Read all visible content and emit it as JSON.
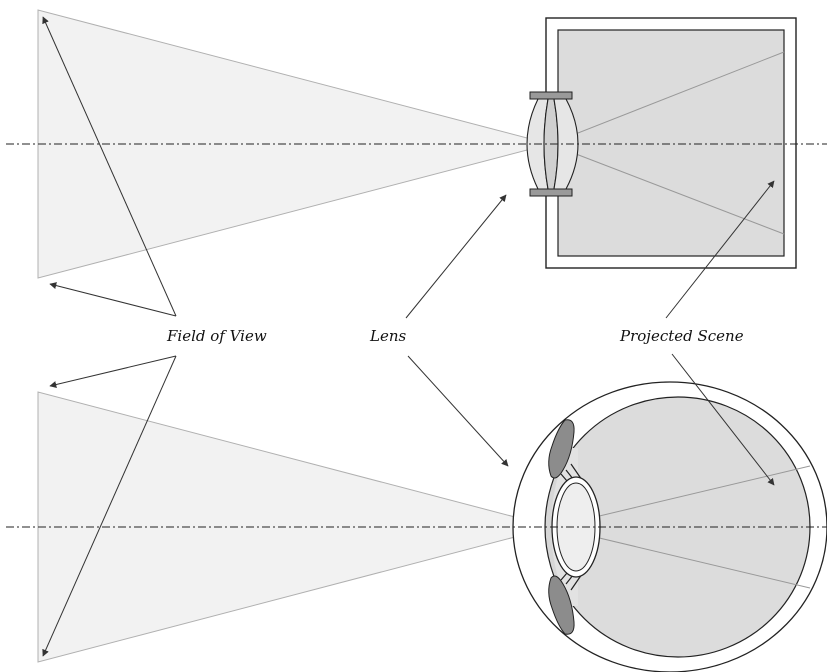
{
  "labels": {
    "field_of_view": "Field of View",
    "lens": "Lens",
    "projected_scene": "Projected Scene"
  },
  "colors": {
    "cone_fill": "#f2f2f2",
    "scene_fill": "#dcdcdc",
    "lens_fill": "#e6e6e6",
    "iris_fill": "#8c8c8c",
    "line": "#222222",
    "ray": "#9a9a9a"
  },
  "icons": [
    "arrowhead-icon"
  ]
}
